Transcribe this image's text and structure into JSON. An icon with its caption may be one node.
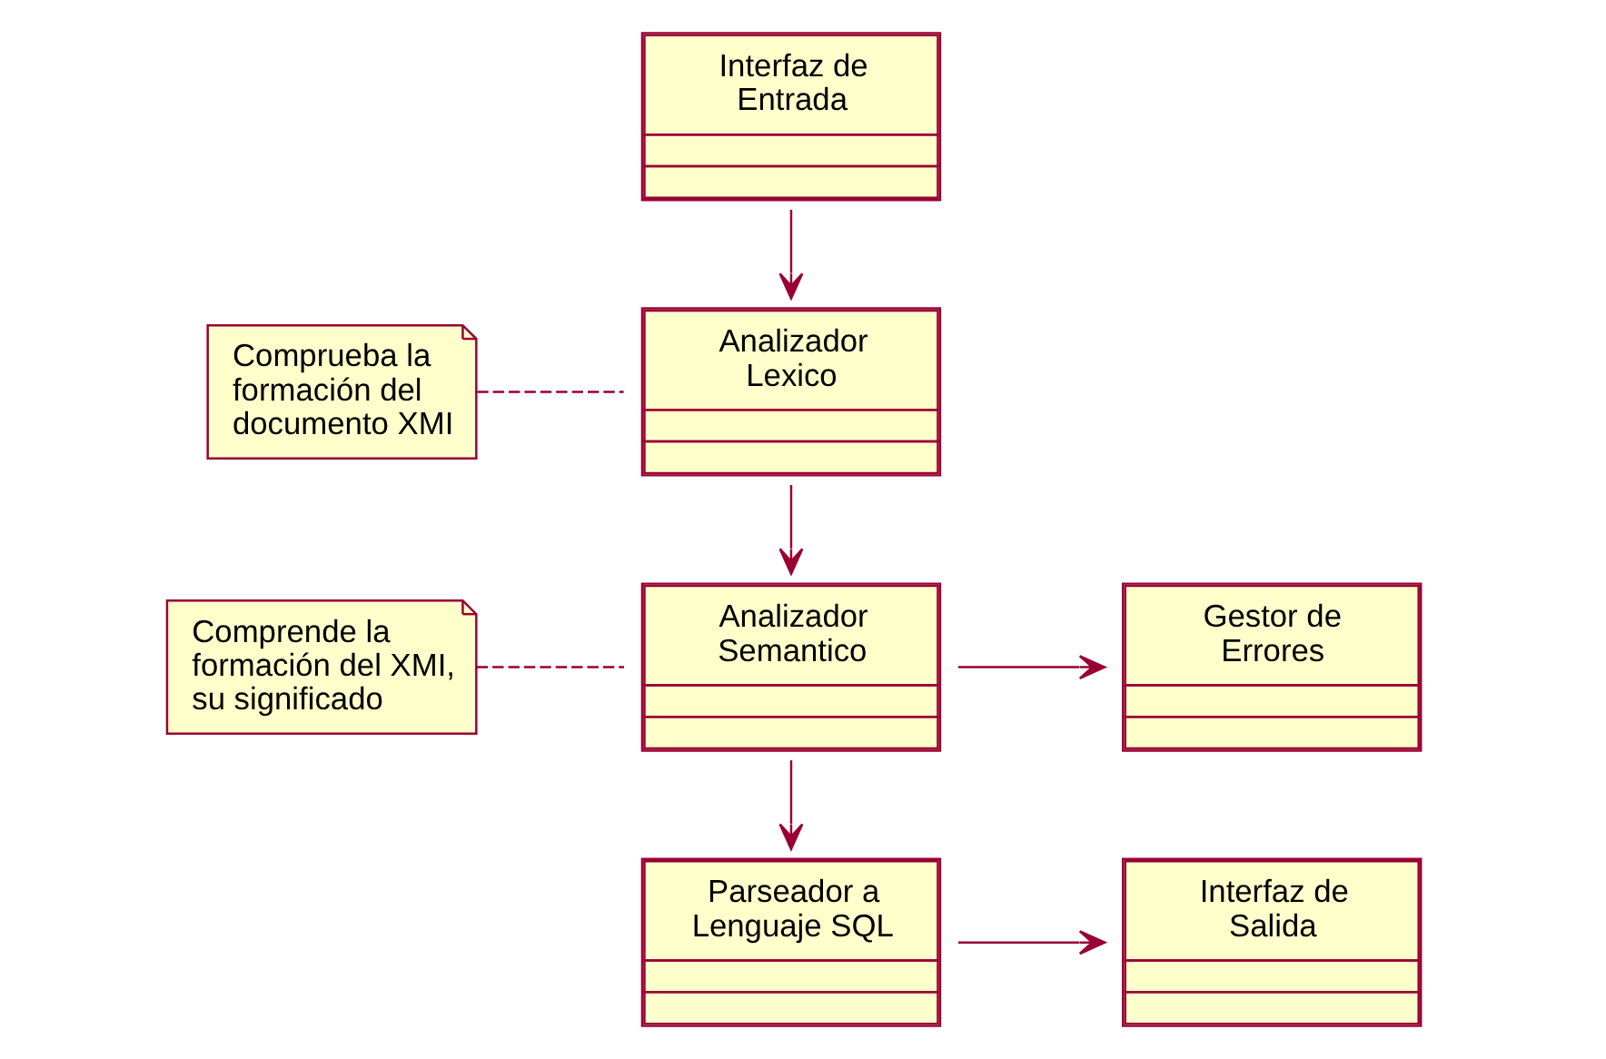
{
  "diagram": {
    "nodes": [
      {
        "text": [
          "Interfaz de Entrada"
        ]
      },
      {
        "text": [
          "Comprueba la formación del documento XMI"
        ]
      },
      {
        "text": [
          "Analizador Lexico"
        ]
      },
      {
        "text": [
          "Comprende la formación del XMI, su significado"
        ]
      },
      {
        "text": [
          "Analizador Semantico"
        ]
      },
      {
        "text": [
          "Gestor de Errores"
        ]
      },
      {
        "text": [
          "Parseador a Lenguaje SQL"
        ]
      },
      {
        "text": [
          "Interfaz de Salida"
        ]
      }
    ],
    "edges": [
      {
        "from": 0,
        "to": 2,
        "arrow": "to"
      },
      {
        "from": 1,
        "to": 2,
        "arrow": "none",
        "style": "dashed"
      },
      {
        "from": 2,
        "to": 4,
        "arrow": "to"
      },
      {
        "from": 3,
        "to": 4,
        "arrow": "none",
        "style": "dashed"
      },
      {
        "from": 4,
        "to": 5,
        "arrow": "to"
      },
      {
        "from": 4,
        "to": 6,
        "arrow": "to"
      },
      {
        "from": 6,
        "to": 7,
        "arrow": "to"
      }
    ]
  }
}
